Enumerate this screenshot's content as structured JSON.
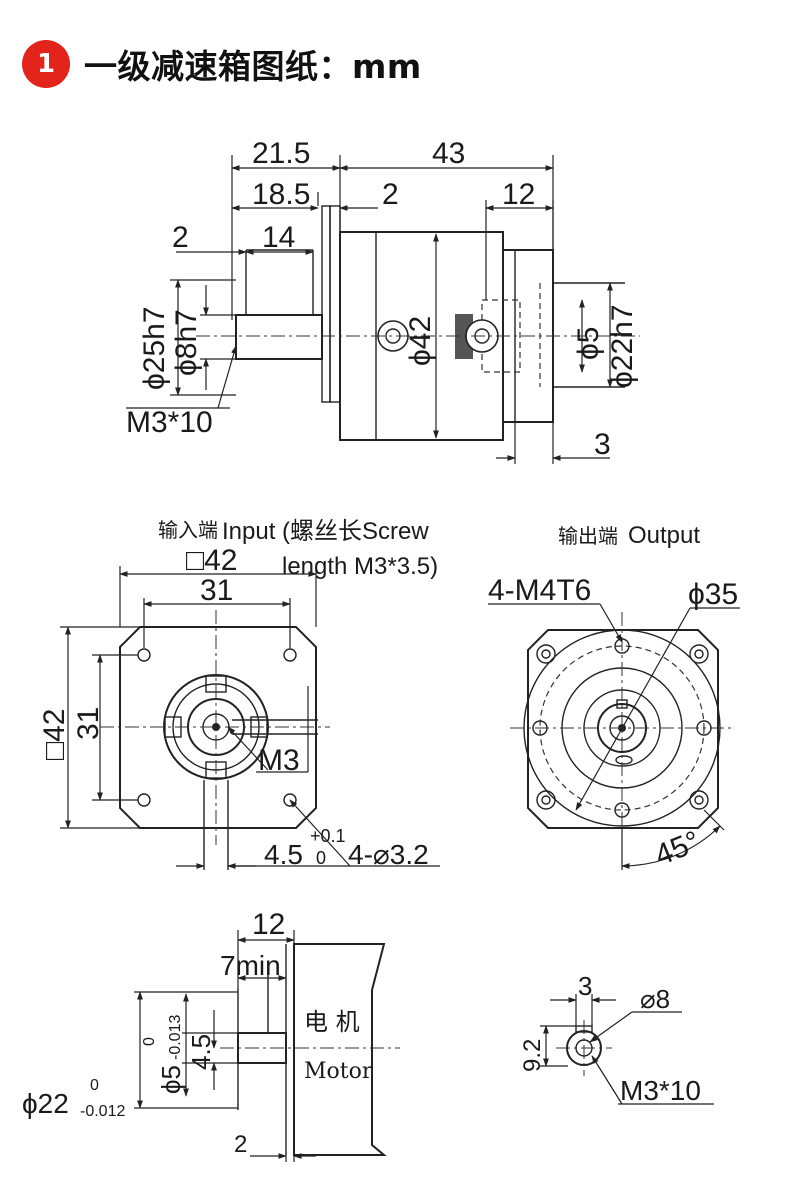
{
  "header": {
    "badge": "1",
    "title": "一级减速箱图纸：mm"
  },
  "side_view": {
    "dims": {
      "d21_5": "21.5",
      "d43": "43",
      "d18_5": "18.5",
      "d2_top": "2",
      "d12_top": "12",
      "d2_left": "2",
      "d14": "14",
      "phi25": "ϕ25h7",
      "phi8": "ϕ8h7",
      "phi42": "ϕ42",
      "phi5": "ϕ5",
      "phi22": "ϕ22h7",
      "m3x10": "M3*10",
      "d3": "3"
    }
  },
  "input_view": {
    "caption_cn": "输入端",
    "caption_en": "Input",
    "caption_screw_1": "(螺丝长Screw",
    "caption_screw_2": "length M3*3.5)",
    "dims": {
      "sq42_top": "□42",
      "d31_top": "31",
      "sq42_left": "□42",
      "d31_left": "31",
      "m3": "M3",
      "d4_5": "4.5",
      "tol_plus": "+0.1",
      "tol_zero": "0",
      "holes": "4-⌀3.2"
    }
  },
  "output_view": {
    "caption_cn": "输出端",
    "caption_en": "Output",
    "dims": {
      "m4t6": "4-M4T6",
      "phi35": "ϕ35",
      "angle45": "45°"
    }
  },
  "motor_view": {
    "label_cn": "电 机",
    "label_en": "Motor",
    "dims": {
      "d12": "12",
      "d7min": "7min",
      "d4_5": "4.5",
      "phi5": "ϕ5",
      "tol5_upper": "0",
      "tol5_lower": "-0.013",
      "phi22": "ϕ22",
      "tol22_upper": "0",
      "tol22_lower": "-0.012",
      "d2": "2"
    }
  },
  "shaft_view": {
    "dims": {
      "d3": "3",
      "phi8": "⌀8",
      "d9_2": "9.2",
      "m3x10": "M3*10"
    }
  }
}
